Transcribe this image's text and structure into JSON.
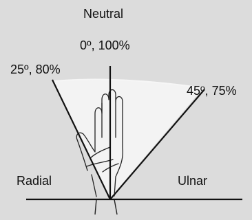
{
  "diagram": {
    "title": "Neutral",
    "labels": {
      "neutral_angle": "0º, 100%",
      "radial_angle": "25º, 80%",
      "ulnar_angle": "45º, 75%",
      "radial": "Radial",
      "ulnar": "Ulnar"
    }
  }
}
